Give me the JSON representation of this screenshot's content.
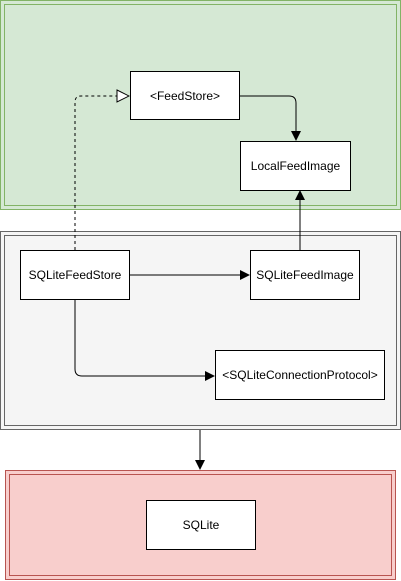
{
  "colors": {
    "domain_fill": "#d5e8d4",
    "domain_border": "#82b366",
    "infra_fill": "#f5f5f5",
    "infra_border": "#666666",
    "framework_fill": "#f8cecc",
    "framework_border": "#b85450",
    "node_fill": "#ffffff",
    "line": "#000000"
  },
  "nodes": {
    "feed_store": "<FeedStore>",
    "local_feed_image": "LocalFeedImage",
    "sqlite_feed_store": "SQLiteFeedStore",
    "sqlite_feed_image": "SQLiteFeedImage",
    "sqlite_connection_protocol": "<SQLiteConnectionProtocol>",
    "sqlite": "SQLite"
  },
  "edges": [
    {
      "from": "sqlite_feed_store",
      "to": "feed_store",
      "style": "dashed",
      "head": "hollow-triangle"
    },
    {
      "from": "feed_store",
      "to": "local_feed_image",
      "style": "solid",
      "head": "open-arrow"
    },
    {
      "from": "sqlite_feed_store",
      "to": "sqlite_feed_image",
      "style": "solid",
      "head": "open-arrow"
    },
    {
      "from": "sqlite_feed_image",
      "to": "local_feed_image",
      "style": "solid",
      "head": "open-arrow"
    },
    {
      "from": "sqlite_feed_store",
      "to": "sqlite_connection_protocol",
      "style": "solid",
      "head": "open-arrow"
    },
    {
      "from": "infrastructure_module",
      "to": "framework_module",
      "style": "solid",
      "head": "open-arrow"
    }
  ]
}
